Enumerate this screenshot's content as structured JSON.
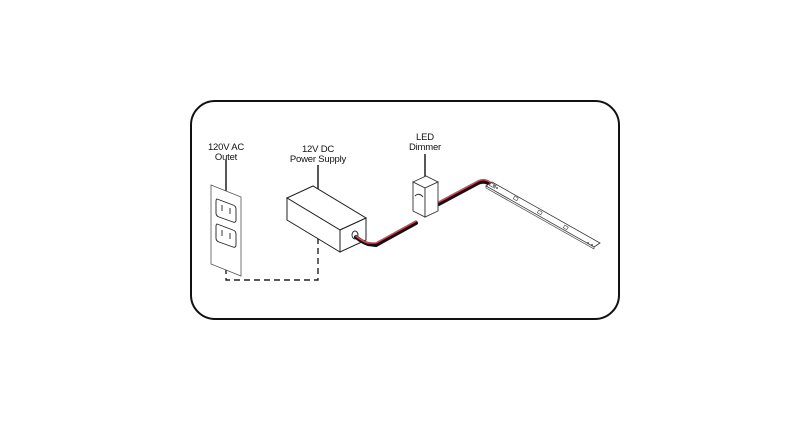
{
  "diagram": {
    "type": "wiring-diagram",
    "components": [
      {
        "id": "outlet",
        "label_line1": "120V AC",
        "label_line2": "Outet"
      },
      {
        "id": "power_supply",
        "label_line1": "12V DC",
        "label_line2": "Power Supply"
      },
      {
        "id": "dimmer",
        "label_line1": "LED",
        "label_line2": "Dimmer"
      },
      {
        "id": "led_strip",
        "label_line1": "",
        "label_line2": ""
      }
    ],
    "connections": [
      {
        "from": "outlet",
        "to": "power_supply",
        "style": "dashed",
        "kind": "AC cord"
      },
      {
        "from": "power_supply",
        "to": "dimmer",
        "style": "solid",
        "kind": "red/black DC wire"
      },
      {
        "from": "dimmer",
        "to": "led_strip",
        "style": "solid",
        "kind": "red/black DC wire"
      }
    ]
  },
  "colors": {
    "frame": "#111111",
    "wire_positive": "#d9485a",
    "wire_negative": "#111111",
    "outline": "#333333",
    "background": "#ffffff"
  }
}
